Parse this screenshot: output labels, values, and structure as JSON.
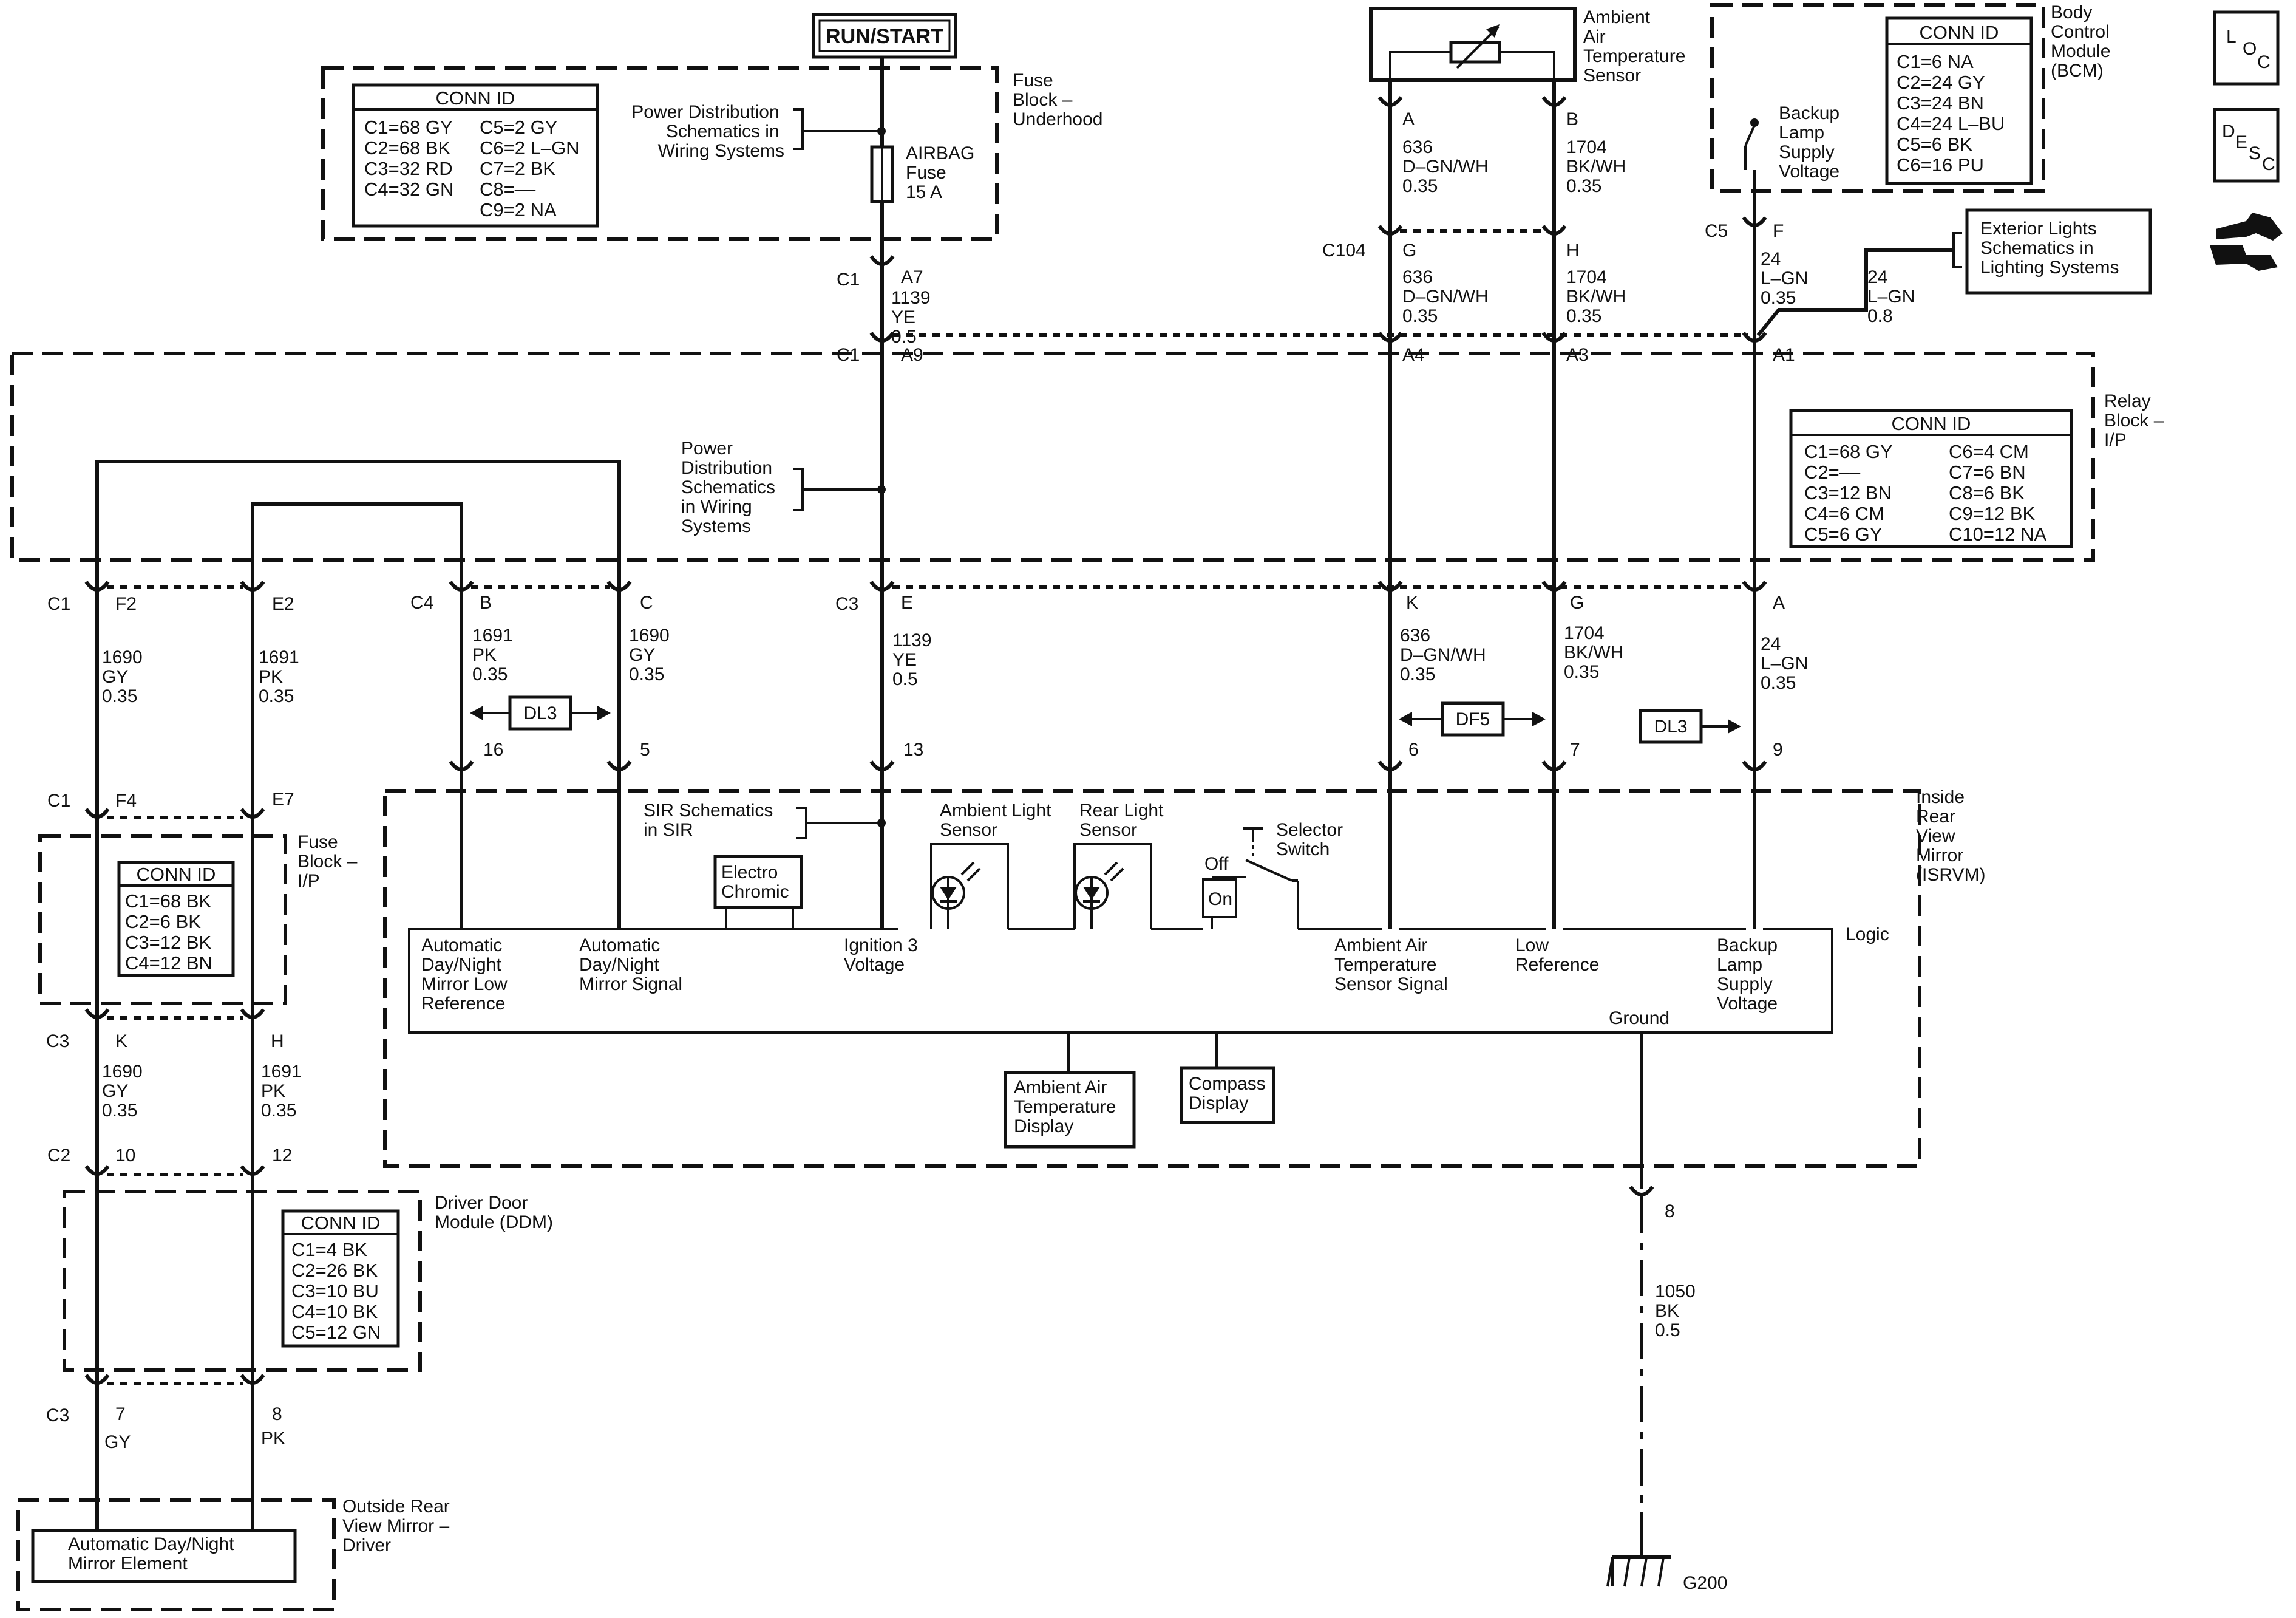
{
  "power_source": "RUN/START",
  "fuse_block_underhood": {
    "title": [
      "Fuse",
      "Block –",
      "Underhood"
    ],
    "conn_title": "CONN ID",
    "conn_left": [
      "C1=68 GY",
      "C2=68 BK",
      "C3=32 RD",
      "C4=32 GN"
    ],
    "conn_right": [
      "C5=2 GY",
      "C6=2 L–GN",
      "C7=2 BK",
      "C8=––",
      "C9=2 NA"
    ],
    "power_ref": [
      "Power Distribution",
      "Schematics in",
      "Wiring Systems"
    ],
    "fuse_label": [
      "AIRBAG",
      "Fuse",
      "15 A"
    ]
  },
  "ambient_sensor": {
    "title": [
      "Ambient",
      "Air",
      "Temperature",
      "Sensor"
    ],
    "pin_a": "A",
    "pin_b": "B",
    "wire_a": [
      "636",
      "D–GN/WH",
      "0.35"
    ],
    "wire_b": [
      "1704",
      "BK/WH",
      "0.35"
    ]
  },
  "c104": {
    "name": "C104",
    "pin_g": "G",
    "pin_h": "H",
    "wire_g": [
      "636",
      "D–GN/WH",
      "0.35"
    ],
    "wire_h": [
      "1704",
      "BK/WH",
      "0.35"
    ]
  },
  "bcm": {
    "title": [
      "Body",
      "Control",
      "Module",
      "(BCM)"
    ],
    "conn_title": "CONN ID",
    "conn": [
      "C1=6 NA",
      "C2=24 GY",
      "C3=24 BN",
      "C4=24 L–BU",
      "C5=6 BK",
      "C6=16 PU"
    ],
    "supply": [
      "Backup",
      "Lamp",
      "Supply",
      "Voltage"
    ],
    "conn_name": "C5",
    "pin": "F",
    "wire": [
      "24",
      "L–GN",
      "0.35"
    ]
  },
  "exterior_ref": [
    "Exterior Lights",
    "Schematics in",
    "Lighting Systems"
  ],
  "ext_wire": [
    "24",
    "L–GN",
    "0.8"
  ],
  "icons": {
    "loc": [
      "L",
      "O",
      "C"
    ],
    "desc": [
      "D",
      "E",
      "S",
      "C"
    ]
  },
  "upper_wire": {
    "conn_c1": "C1",
    "pin_a7": "A7",
    "wire": [
      "1139",
      "YE",
      "0.5"
    ],
    "conn_c1b": "C1",
    "pin_a9": "A9",
    "pin_a4": "A4",
    "pin_a3": "A3",
    "pin_a1": "A1"
  },
  "relay_block": {
    "title": [
      "Relay",
      "Block –",
      "I/P"
    ],
    "conn_title": "CONN ID",
    "conn_left": [
      "C1=68 GY",
      "C2=––",
      "C3=12 BN",
      "C4=6 CM",
      "C5=6 GY"
    ],
    "conn_right": [
      "C6=4 CM",
      "C7=6 BN",
      "C8=6 BK",
      "C9=12 BK",
      "C10=12 NA"
    ],
    "power_ref": [
      "Power",
      "Distribution",
      "Schematics",
      "in Wiring",
      "Systems"
    ]
  },
  "relay_out": {
    "c1": "C1",
    "f2": "F2",
    "e2": "E2",
    "c4": "C4",
    "b": "B",
    "c": "C",
    "c3": "C3",
    "e": "E",
    "k": "K",
    "g": "G",
    "a": "A",
    "wire_f2": [
      "1690",
      "GY",
      "0.35"
    ],
    "wire_e2": [
      "1691",
      "PK",
      "0.35"
    ],
    "wire_b": [
      "1691",
      "PK",
      "0.35"
    ],
    "wire_c": [
      "1690",
      "GY",
      "0.35"
    ],
    "wire_e": [
      "1139",
      "YE",
      "0.5"
    ],
    "wire_k": [
      "636",
      "D–GN/WH",
      "0.35"
    ],
    "wire_g": [
      "1704",
      "BK/WH",
      "0.35"
    ],
    "wire_a": [
      "24",
      "L–GN",
      "0.35"
    ],
    "dl3": "DL3",
    "df5": "DF5",
    "dl3b": "DL3"
  },
  "mirror_pins": {
    "p16": "16",
    "p5": "5",
    "p13": "13",
    "p6": "6",
    "p7": "7",
    "p9": "9"
  },
  "isrvm": {
    "title": [
      "Inside",
      "Rear",
      "View",
      "Mirror",
      "(ISRVM)"
    ],
    "sir_ref": [
      "SIR Schematics",
      "in SIR"
    ],
    "electro": [
      "Electro",
      "Chromic"
    ],
    "amb_light": [
      "Ambient Light",
      "Sensor"
    ],
    "rear_light": [
      "Rear Light",
      "Sensor"
    ],
    "selector": [
      "Selector",
      "Switch"
    ],
    "off": "Off",
    "on": "On",
    "logic": "Logic",
    "sig1": [
      "Automatic",
      "Day/Night",
      "Mirror Low",
      "Reference"
    ],
    "sig2": [
      "Automatic",
      "Day/Night",
      "Mirror Signal"
    ],
    "sig3": [
      "Ignition 3",
      "Voltage"
    ],
    "sig4": [
      "Ambient Air",
      "Temperature",
      "Sensor Signal"
    ],
    "sig5": [
      "Low",
      "Reference"
    ],
    "sig6": [
      "Backup",
      "Lamp",
      "Supply",
      "Voltage"
    ],
    "ground": "Ground",
    "amb_display": [
      "Ambient Air",
      "Temperature",
      "Display"
    ],
    "compass": [
      "Compass",
      "Display"
    ]
  },
  "fuse_block_ip": {
    "title": [
      "Fuse",
      "Block –",
      "I/P"
    ],
    "conn_title": "CONN ID",
    "conn": [
      "C1=68 BK",
      "C2=6 BK",
      "C3=12 BK",
      "C4=12 BN"
    ],
    "c1": "C1",
    "f4": "F4",
    "e7": "E7",
    "c3": "C3",
    "k": "K",
    "h": "H",
    "wire_k": [
      "1690",
      "GY",
      "0.35"
    ],
    "wire_h": [
      "1691",
      "PK",
      "0.35"
    ]
  },
  "ddm": {
    "title": [
      "Driver Door",
      "Module (DDM)"
    ],
    "conn_title": "CONN ID",
    "conn": [
      "C1=4 BK",
      "C2=26 BK",
      "C3=10 BU",
      "C4=10 BK",
      "C5=12 GN"
    ],
    "c2": "C2",
    "p10": "10",
    "p12": "12",
    "c3": "C3",
    "p7": "7",
    "p8": "8",
    "col7": "GY",
    "col8": "PK"
  },
  "outside_mirror": {
    "title": [
      "Outside Rear",
      "View Mirror –",
      "Driver"
    ],
    "element": [
      "Automatic Day/Night",
      "Mirror Element"
    ]
  },
  "ground_circuit": {
    "pin": "8",
    "wire": [
      "1050",
      "BK",
      "0.5"
    ],
    "ground": "G200"
  }
}
